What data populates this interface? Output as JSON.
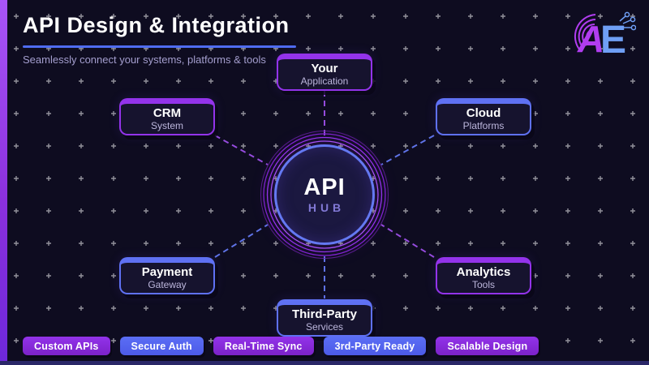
{
  "header": {
    "title": "API Design & Integration",
    "subtitle": "Seamlessly connect your systems, platforms & tools"
  },
  "logo": {
    "letter_a": "A",
    "letter_e": "E"
  },
  "hub": {
    "title": "API",
    "subtitle": "HUB"
  },
  "nodes": [
    {
      "id": "your-application",
      "title": "Your",
      "subtitle": "Application",
      "accent": "purple"
    },
    {
      "id": "crm-system",
      "title": "CRM",
      "subtitle": "System",
      "accent": "purple"
    },
    {
      "id": "cloud-platforms",
      "title": "Cloud",
      "subtitle": "Platforms",
      "accent": "blue"
    },
    {
      "id": "payment-gateway",
      "title": "Payment",
      "subtitle": "Gateway",
      "accent": "blue"
    },
    {
      "id": "analytics-tools",
      "title": "Analytics",
      "subtitle": "Tools",
      "accent": "purple"
    },
    {
      "id": "third-party-services",
      "title": "Third-Party",
      "subtitle": "Services",
      "accent": "blue"
    }
  ],
  "badges": [
    {
      "label": "Custom APIs",
      "color": "purple"
    },
    {
      "label": "Secure Auth",
      "color": "blue"
    },
    {
      "label": "Real-Time Sync",
      "color": "purple"
    },
    {
      "label": "3rd-Party Ready",
      "color": "blue"
    },
    {
      "label": "Scalable Design",
      "color": "purple"
    }
  ],
  "colors": {
    "background": "#0e0c20",
    "accent_purple": "#9333ea",
    "accent_blue": "#5f71f3",
    "underline_blue": "#4f6cf0",
    "left_bar_purple": "#a855f7",
    "bottom_bar_navy": "#2a2768",
    "hub_fill": "#1b1840",
    "hub_ring_blue": "#6479f2",
    "text_secondary": "#bcb6dc"
  }
}
